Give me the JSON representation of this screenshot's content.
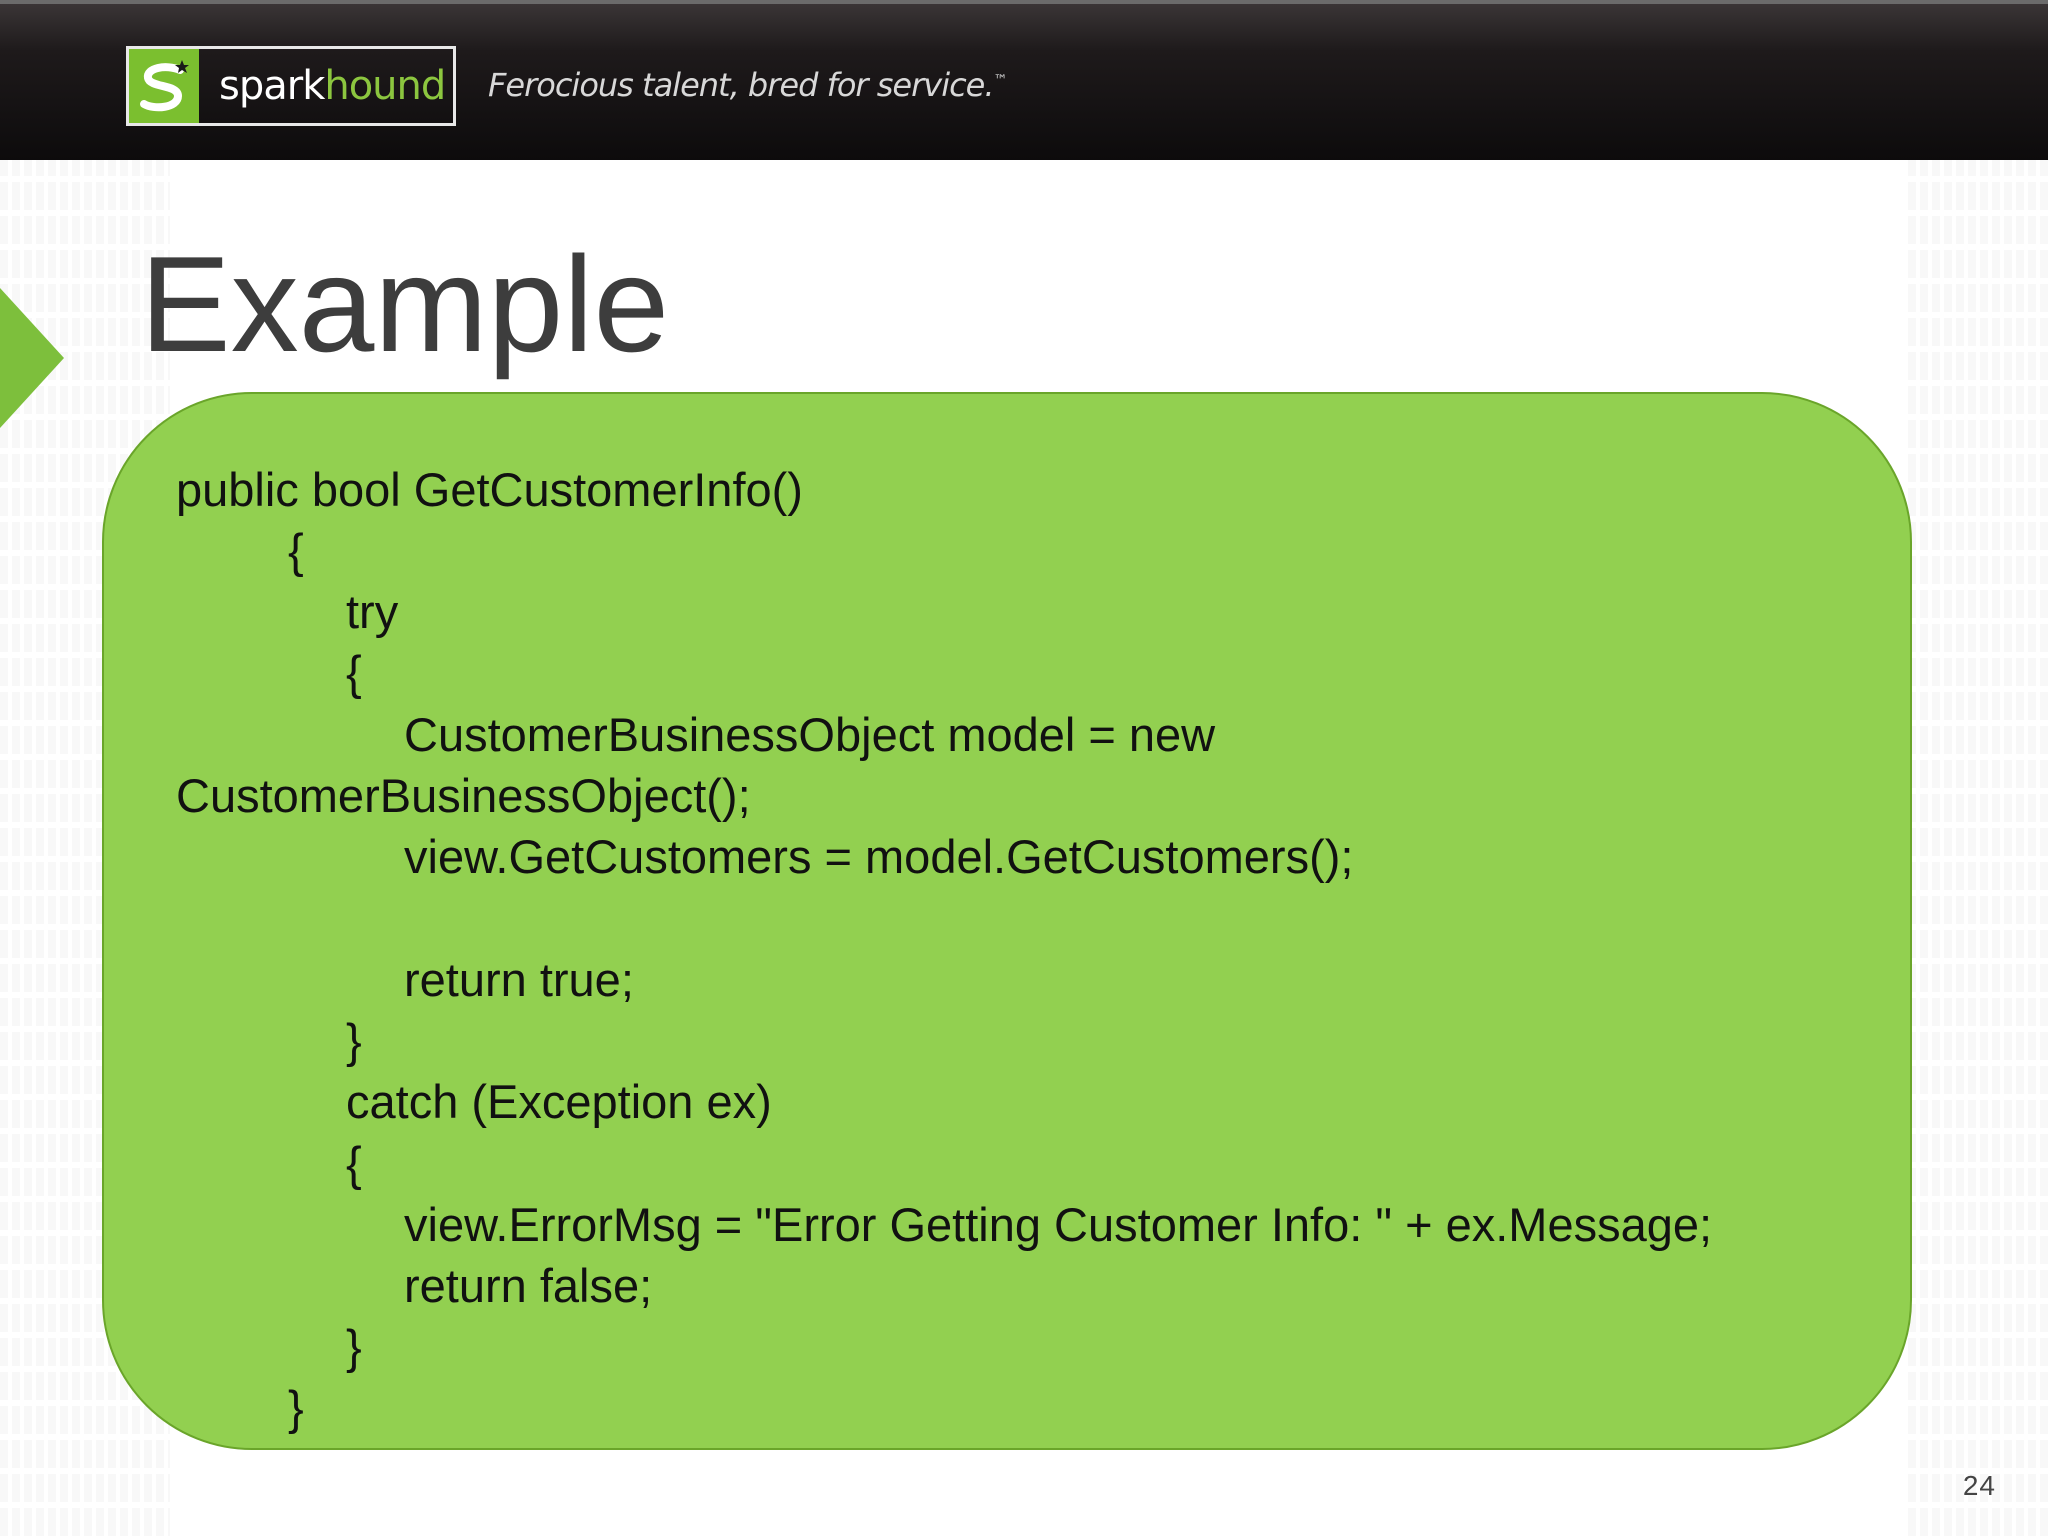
{
  "header": {
    "logo_spark": "spark",
    "logo_hound": "hound",
    "tagline": "Ferocious talent, bred for service.",
    "tagline_mark": "™"
  },
  "slide": {
    "title": "Example",
    "page_number": "24",
    "code_lines": [
      "public bool GetCustomerInfo()",
      "{",
      "try",
      "{",
      "CustomerBusinessObject model = new",
      "CustomerBusinessObject();",
      "view.GetCustomers = model.GetCustomers();",
      "return true;",
      "}",
      "catch (Exception ex)",
      "{",
      "view.ErrorMsg = \"Error Getting Customer Info: \" + ex.Message;",
      "return false;",
      "}",
      "}"
    ]
  },
  "colors": {
    "code_box": "#92d050",
    "accent_green": "#7dbf3c",
    "header_bg": "#0d0b0c"
  }
}
